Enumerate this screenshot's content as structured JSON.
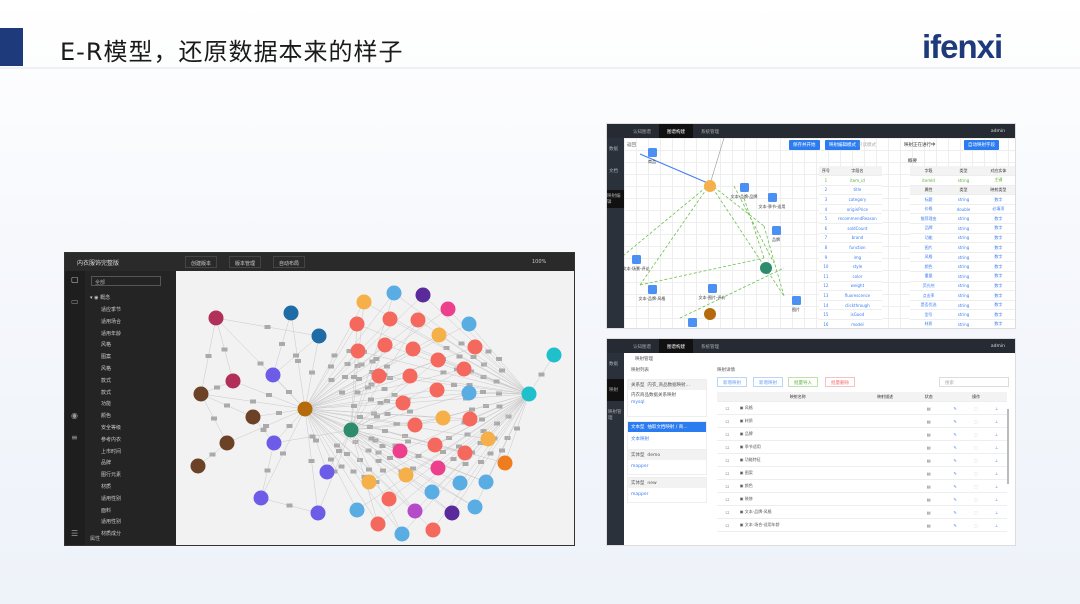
{
  "slide": {
    "title": "E-R模型，还原数据本来的样子",
    "logo": "ifenxi"
  },
  "shot1": {
    "back_title": "内衣服饰完整版",
    "buttons": [
      "创建版本",
      "版本管理",
      "自动布局"
    ],
    "zoom": "100%",
    "select": "全部",
    "root": "概念",
    "tree": [
      "适应季节",
      "适用场合",
      "适用年龄",
      "风格",
      "图案",
      "风格",
      "款式",
      "款式",
      "功能",
      "颜色",
      "安全等级",
      "参考内衣",
      "上市时间",
      "品牌",
      "图行元素",
      "材质",
      "适用性别",
      "面料",
      "适用性别",
      "材质成分"
    ],
    "footer": "属性",
    "colors": {
      "salmon": "#f4685e",
      "crimson": "#b0305a",
      "navy": "#1f6ba5",
      "brown": "#6b4226",
      "purple": "#6c5ce7",
      "amber": "#f5b04a",
      "sky": "#5aade3",
      "teal": "#1fbfcc",
      "green": "#2e8b6b",
      "hub": "#b56a0c",
      "pink": "#ec3f8c",
      "violet": "#5b2a9a",
      "magenta": "#b64bc9",
      "orange": "#ee7d1e"
    }
  },
  "shot2": {
    "tabs": [
      "认知图谱",
      "图谱构建",
      "系统管理"
    ],
    "user": "admin",
    "side": [
      "数据",
      "文档",
      "映射编辑"
    ],
    "toolbar_back": "返回",
    "save": "保存并开始",
    "mode_on": "映射编辑模式",
    "mode_off": "只读模式",
    "status": "映射正在进行中",
    "map_btn": "自动映射字段",
    "table_title": "概要",
    "left_headers": [
      "序号",
      "字段名"
    ],
    "fields": [
      "item_id",
      "title",
      "category",
      "originPrice",
      "recommendReason",
      "soldCount",
      "brand",
      "function",
      "img",
      "style",
      "color",
      "weight",
      "fluorescence",
      "clickthrough",
      "isGood",
      "model"
    ],
    "right_headers": [
      "字段",
      "类型",
      "对应实体"
    ],
    "key_row": [
      "itemId",
      "string",
      "主键"
    ],
    "attr_headers": [
      "属性",
      "类型",
      "映射类型"
    ],
    "attrs": [
      [
        "标题",
        "string",
        "数字"
      ],
      [
        "价格",
        "double",
        "必填项"
      ],
      [
        "推荐理由",
        "string",
        "数字"
      ],
      [
        "品牌",
        "string",
        "数字"
      ],
      [
        "功能",
        "string",
        "数字"
      ],
      [
        "图片",
        "string",
        "数字"
      ],
      [
        "风格",
        "string",
        "数字"
      ],
      [
        "颜色",
        "string",
        "数字"
      ],
      [
        "重量",
        "string",
        "数字"
      ],
      [
        "荧光剂",
        "string",
        "数字"
      ],
      [
        "点击率",
        "string",
        "数字"
      ],
      [
        "是否优选",
        "string",
        "数字"
      ],
      [
        "型号",
        "string",
        "数字"
      ],
      [
        "材质",
        "string",
        "数字"
      ],
      [
        "产地",
        "string",
        "数字"
      ]
    ],
    "nodes": [
      "商品",
      "文本-品牌-品牌",
      "文本-季节-适用",
      "品牌",
      "文本-场景-评论",
      "文本-品牌-风格",
      "文本-图片-评价",
      "图片"
    ]
  },
  "shot3": {
    "tabs": [
      "认知图谱",
      "图谱构建",
      "系统管理"
    ],
    "user": "admin",
    "side": [
      "数据",
      "映射",
      "映射管理"
    ],
    "breadcrumb": "映射管理",
    "left_title": "映射列表",
    "right_title": "映射详情",
    "cards": [
      {
        "tag": "关系型",
        "name": "内衣_商品数据映射...",
        "desc": "内衣商品数据关系映射",
        "link": "mysql"
      },
      {
        "tag": "文本型",
        "name": "抽取文档映射 / 商...",
        "desc": "",
        "link": "文本映射"
      },
      {
        "tag": "实体型",
        "name": "demo",
        "desc": "",
        "link": "mapper"
      },
      {
        "tag": "实体型",
        "name": "new",
        "desc": "",
        "link": "mapper"
      }
    ],
    "actions": [
      "新增映射",
      "新增映射",
      "批量导入",
      "批量删除"
    ],
    "search_placeholder": "搜索",
    "headers": [
      "映射名称",
      "映射描述",
      "状态",
      "操作"
    ],
    "rows": [
      "风格",
      "材质",
      "品牌",
      "季节适用",
      "功能特征",
      "图案",
      "颜色",
      "装修",
      "文本-品牌-风格",
      "文本-场合-适用年龄"
    ]
  }
}
